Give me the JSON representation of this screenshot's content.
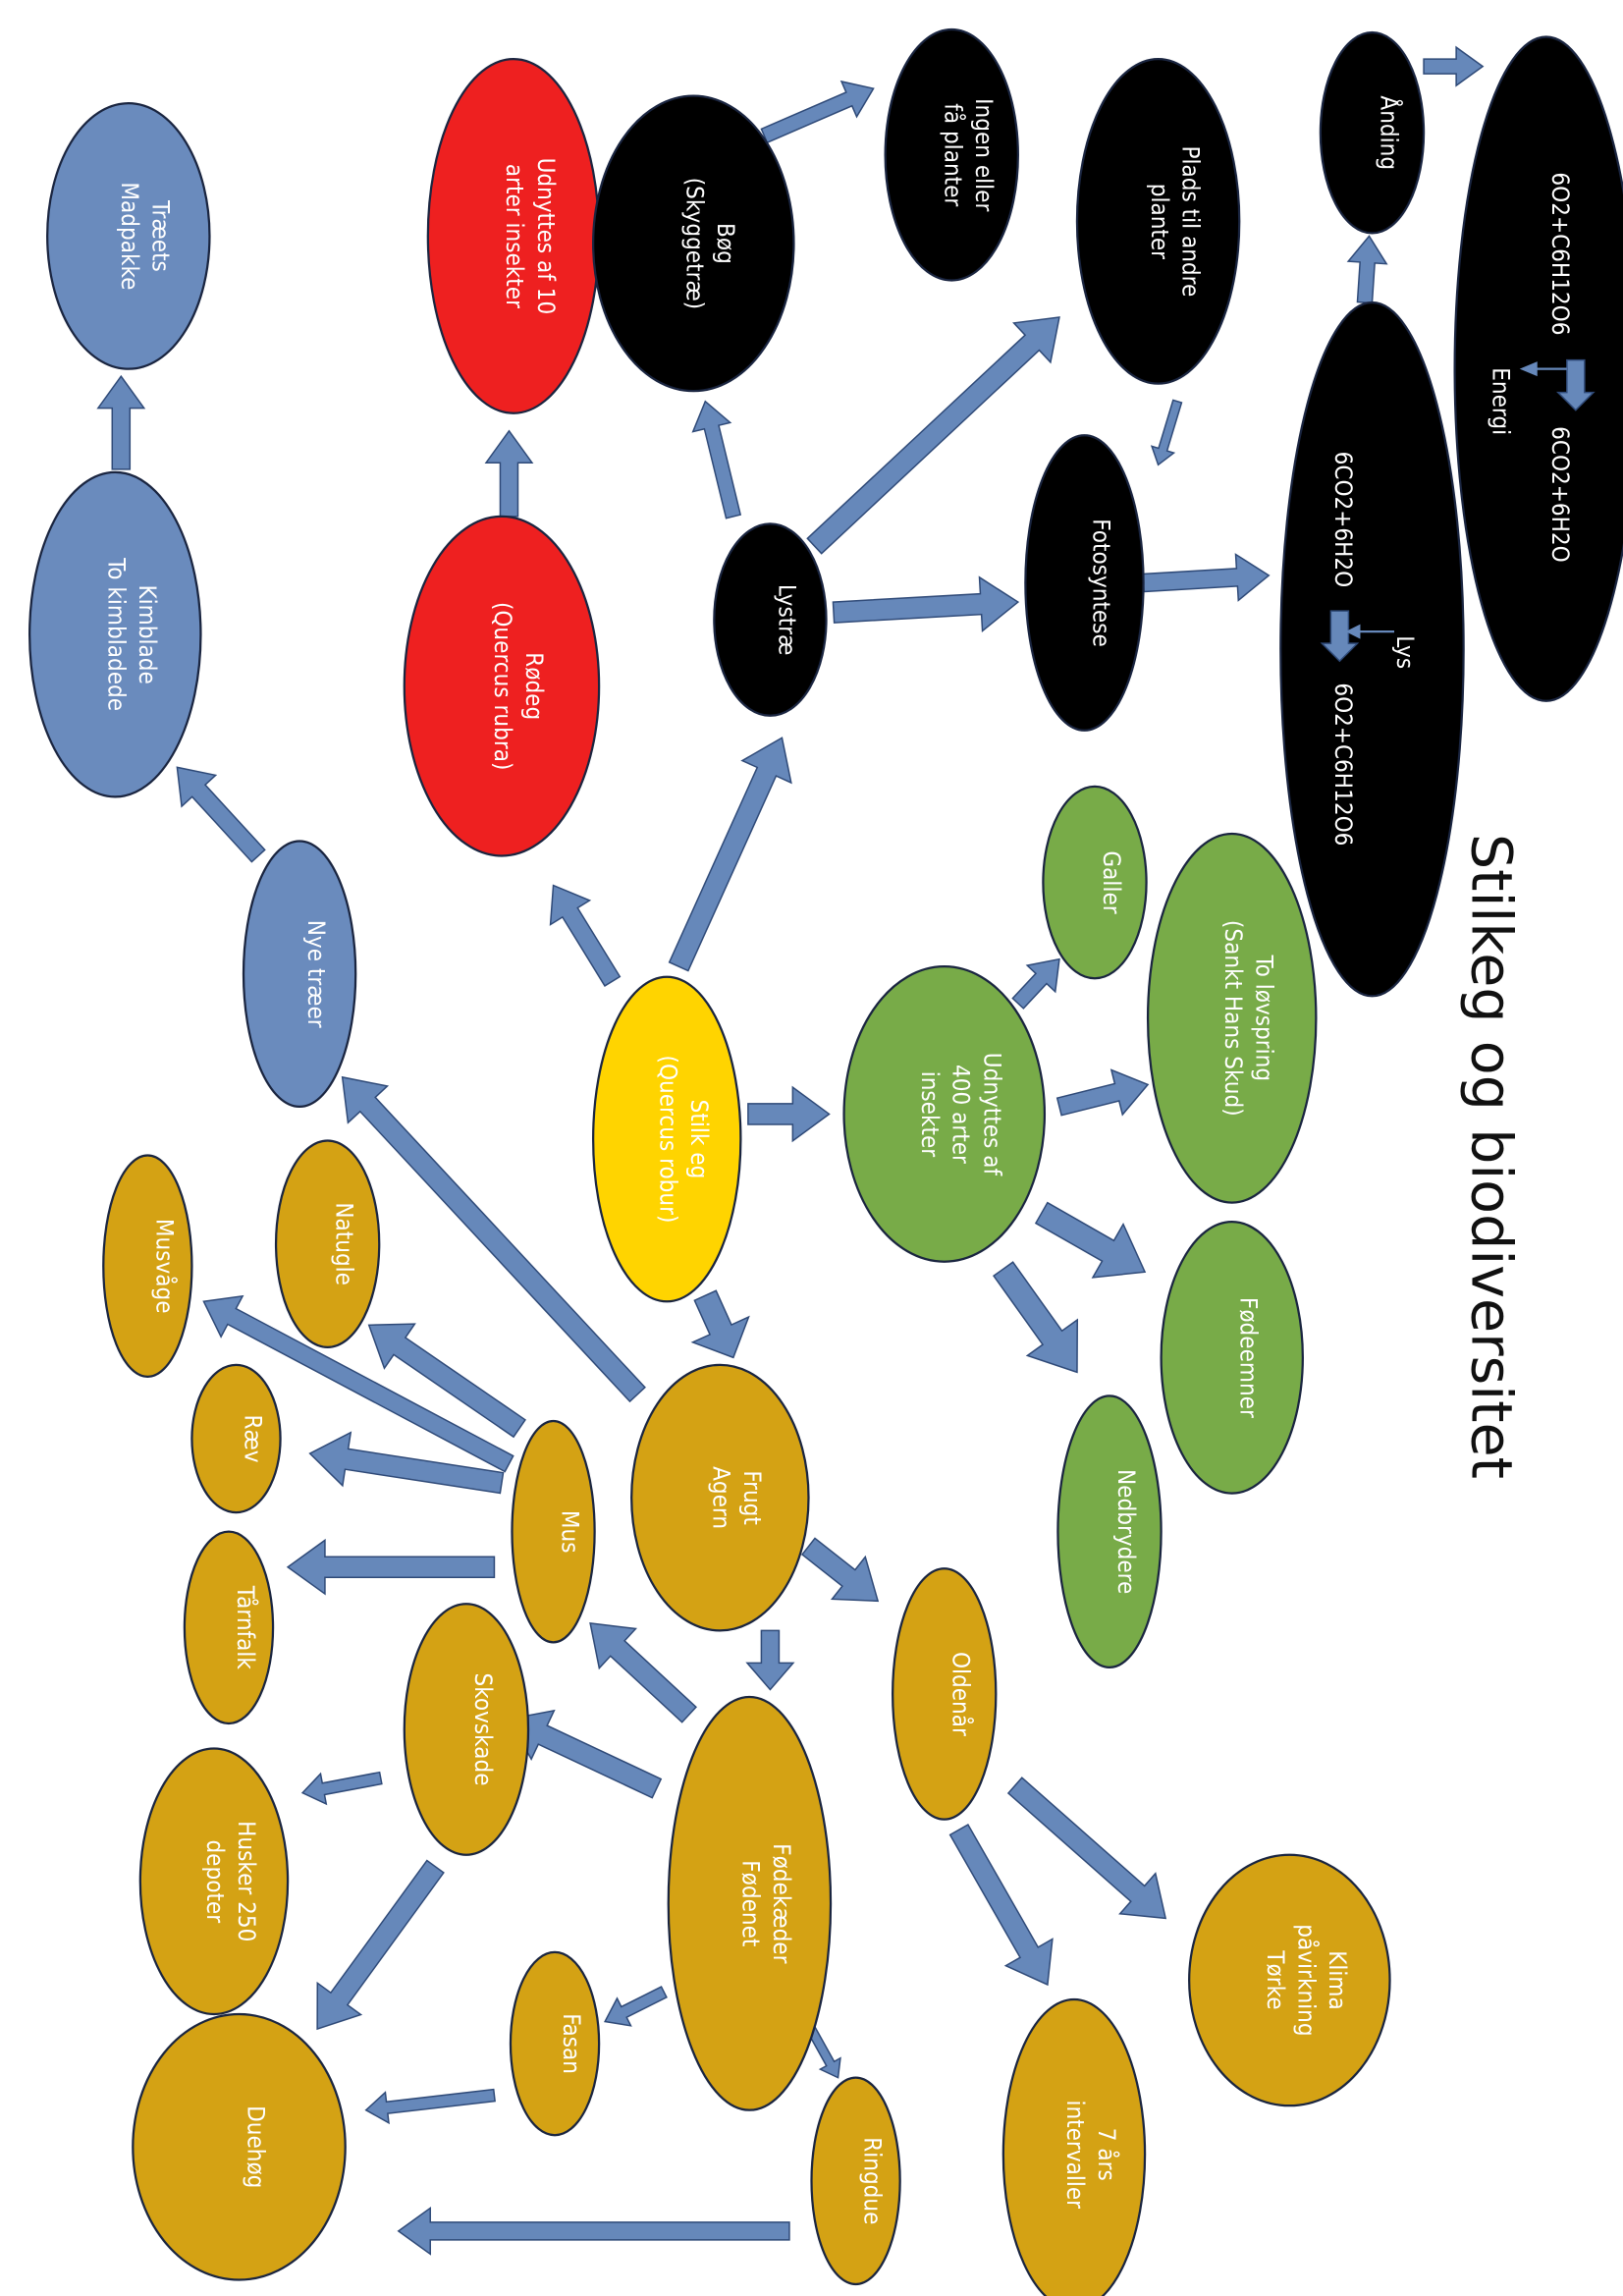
{
  "title": "Stilkeg og biodiversitet",
  "colors": {
    "blue": "#6a8bbd",
    "red": "#ee2020",
    "black": "#000000",
    "yellow": "#ffd400",
    "green": "#78ab48",
    "gold": "#d4a214",
    "arrow": "#6688ba"
  },
  "nodes": [
    {
      "id": "traeets-madpakke",
      "color": "blue",
      "lines": [
        "Træets",
        "Madpakke"
      ]
    },
    {
      "id": "kimblade",
      "color": "blue",
      "lines": [
        "Kimblade",
        "To kimbladede"
      ]
    },
    {
      "id": "nye-traeer",
      "color": "blue",
      "lines": [
        "Nye træer"
      ]
    },
    {
      "id": "udnyttes-10",
      "color": "red",
      "lines": [
        "Udnyttes af 10",
        "arter insekter"
      ]
    },
    {
      "id": "roedeg",
      "color": "red",
      "lines": [
        "Rødeg",
        "(Quercus rubra)"
      ]
    },
    {
      "id": "boeg",
      "color": "black",
      "lines": [
        "Bøg",
        "(Skyggetræ)"
      ]
    },
    {
      "id": "ingen-planter",
      "color": "black",
      "lines": [
        "Ingen eller",
        "få planter"
      ]
    },
    {
      "id": "plads-planter",
      "color": "black",
      "lines": [
        "Plads til andre",
        "planter"
      ]
    },
    {
      "id": "lystrae",
      "color": "black",
      "lines": [
        "Lystræ"
      ]
    },
    {
      "id": "fotosyntese",
      "color": "black",
      "lines": [
        "Fotosyntese"
      ]
    },
    {
      "id": "aanding",
      "color": "black",
      "lines": [
        "Ånding"
      ]
    },
    {
      "id": "respiration-equation",
      "color": "black",
      "lines": []
    },
    {
      "id": "photosynthesis-equation",
      "color": "black",
      "lines": []
    },
    {
      "id": "galler",
      "color": "green",
      "lines": [
        "Galler"
      ]
    },
    {
      "id": "to-loevspring",
      "color": "green",
      "lines": [
        "To løvspring",
        "(Sankt Hans Skud)"
      ]
    },
    {
      "id": "udnyttes-400",
      "color": "green",
      "lines": [
        "Udnyttes af",
        "400 arter",
        "insekter"
      ]
    },
    {
      "id": "foedeemner",
      "color": "green",
      "lines": [
        "Fødeemner"
      ]
    },
    {
      "id": "nedbrydere",
      "color": "green",
      "lines": [
        "Nedbrydere"
      ]
    },
    {
      "id": "stilk-eg",
      "color": "yellow",
      "lines": [
        "Stilk eg",
        "(Quercus robur)"
      ]
    },
    {
      "id": "frugt",
      "color": "gold",
      "lines": [
        "Frugt",
        "Agern"
      ]
    },
    {
      "id": "oldenaar",
      "color": "gold",
      "lines": [
        "Oldenår"
      ]
    },
    {
      "id": "klima",
      "color": "gold",
      "lines": [
        "Klima",
        "påvirkning",
        "Tørke"
      ]
    },
    {
      "id": "syv-aars",
      "color": "gold",
      "lines": [
        "7 års",
        "intervaller"
      ]
    },
    {
      "id": "ringdue",
      "color": "gold",
      "lines": [
        "Ringdue"
      ]
    },
    {
      "id": "foedekaeder",
      "color": "gold",
      "lines": [
        "Fødekæder",
        "Fødenet"
      ]
    },
    {
      "id": "fasan",
      "color": "gold",
      "lines": [
        "Fasan"
      ]
    },
    {
      "id": "skovskade",
      "color": "gold",
      "lines": [
        "Skovskade"
      ]
    },
    {
      "id": "mus",
      "color": "gold",
      "lines": [
        "Mus"
      ]
    },
    {
      "id": "natugle",
      "color": "gold",
      "lines": [
        "Natugle"
      ]
    },
    {
      "id": "musvaage",
      "color": "gold",
      "lines": [
        "Musvåge"
      ]
    },
    {
      "id": "raev",
      "color": "gold",
      "lines": [
        "Ræv"
      ]
    },
    {
      "id": "taarnfalk",
      "color": "gold",
      "lines": [
        "Tårnfalk"
      ]
    },
    {
      "id": "husker",
      "color": "gold",
      "lines": [
        "Husker 250",
        "depoter"
      ]
    },
    {
      "id": "duehoeg",
      "color": "gold",
      "lines": [
        "Duehøg"
      ]
    }
  ],
  "equations": {
    "respiration_reactants": "6O2+C6H12O6",
    "respiration_products": "6CO2+6H2O",
    "respiration_energy": "Energi",
    "photosynthesis_reactants": "6CO2+6H2O",
    "photosynthesis_products": "6O2+C6H12O6",
    "photosynthesis_light": "Lys"
  },
  "edges": [
    [
      "kimblade",
      "traeets-madpakke"
    ],
    [
      "nye-traeer",
      "kimblade"
    ],
    [
      "frugt",
      "nye-traeer"
    ],
    [
      "roedeg",
      "udnyttes-10"
    ],
    [
      "stilk-eg",
      "roedeg"
    ],
    [
      "stilk-eg",
      "lystrae"
    ],
    [
      "lystrae",
      "boeg"
    ],
    [
      "boeg",
      "ingen-planter"
    ],
    [
      "lystrae",
      "plads-planter"
    ],
    [
      "lystrae",
      "fotosyntese"
    ],
    [
      "plads-planter",
      "fotosyntese"
    ],
    [
      "fotosyntese",
      "photosynthesis-equation"
    ],
    [
      "photosynthesis-equation",
      "aanding"
    ],
    [
      "aanding",
      "respiration-equation"
    ],
    [
      "stilk-eg",
      "udnyttes-400"
    ],
    [
      "udnyttes-400",
      "galler"
    ],
    [
      "udnyttes-400",
      "to-loevspring"
    ],
    [
      "udnyttes-400",
      "foedeemner"
    ],
    [
      "udnyttes-400",
      "nedbrydere"
    ],
    [
      "stilk-eg",
      "frugt"
    ],
    [
      "frugt",
      "oldenaar"
    ],
    [
      "frugt",
      "foedekaeder"
    ],
    [
      "oldenaar",
      "klima"
    ],
    [
      "oldenaar",
      "syv-aars"
    ],
    [
      "foedekaeder",
      "ringdue"
    ],
    [
      "foedekaeder",
      "fasan"
    ],
    [
      "foedekaeder",
      "mus"
    ],
    [
      "foedekaeder",
      "skovskade"
    ],
    [
      "mus",
      "natugle"
    ],
    [
      "mus",
      "musvaage"
    ],
    [
      "mus",
      "raev"
    ],
    [
      "mus",
      "taarnfalk"
    ],
    [
      "skovskade",
      "husker"
    ],
    [
      "skovskade",
      "duehoeg"
    ],
    [
      "fasan",
      "duehoeg"
    ],
    [
      "ringdue",
      "duehoeg"
    ]
  ]
}
